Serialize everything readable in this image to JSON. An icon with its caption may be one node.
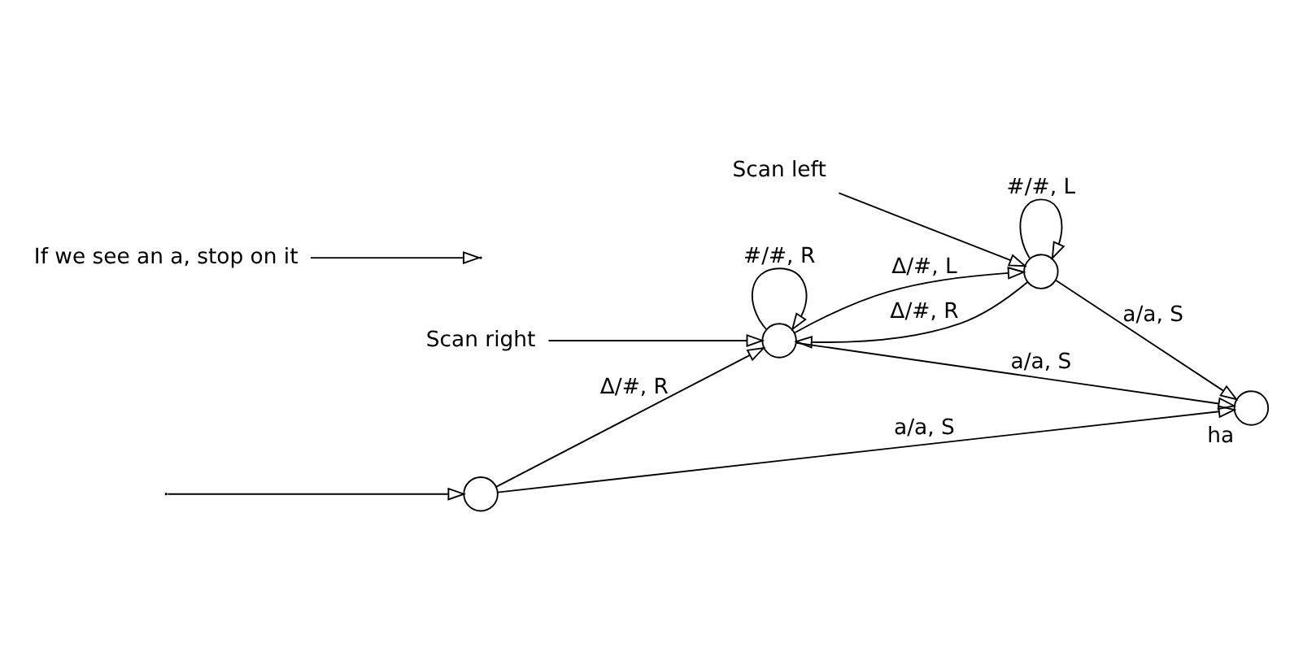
{
  "diagram": {
    "nodes": [
      {
        "text": [],
        "shape": "circle"
      },
      {
        "text": [],
        "shape": "circle"
      },
      {
        "text": [],
        "shape": "circle"
      },
      {
        "text": [],
        "shape": "circle",
        "beside": [
          "ha"
        ]
      },
      {
        "text": [
          "Scan right"
        ]
      },
      {
        "text": [
          "Scan left"
        ]
      },
      {
        "text": [
          "If we see an a, stop on it"
        ]
      }
    ],
    "edges": [
      {
        "from": null,
        "to": 0,
        "arrow": "to"
      },
      {
        "from": 0,
        "to": 1,
        "label": "Δ/#, R",
        "arrow": "to"
      },
      {
        "from": 1,
        "to": 1,
        "label": "#/#, R",
        "arrow": "to"
      },
      {
        "from": 1,
        "to": 2,
        "label": "Δ/#, L",
        "arrow": "to"
      },
      {
        "from": 2,
        "to": 1,
        "label": "Δ/#, R",
        "arrow": "to"
      },
      {
        "from": 2,
        "to": 2,
        "label": "#/#, L",
        "arrow": "to"
      },
      {
        "from": 0,
        "to": 3,
        "label": "a/a, S",
        "arrow": "to"
      },
      {
        "from": 1,
        "to": 3,
        "label": "a/a, S",
        "arrow": "to"
      },
      {
        "from": 2,
        "to": 3,
        "label": "a/a, S",
        "arrow": "to"
      },
      {
        "from": 4,
        "to": 1,
        "arrow": "to"
      },
      {
        "from": 5,
        "to": 2,
        "arrow": "to"
      },
      {
        "from": 6,
        "to": null,
        "arrow": "to"
      }
    ]
  }
}
